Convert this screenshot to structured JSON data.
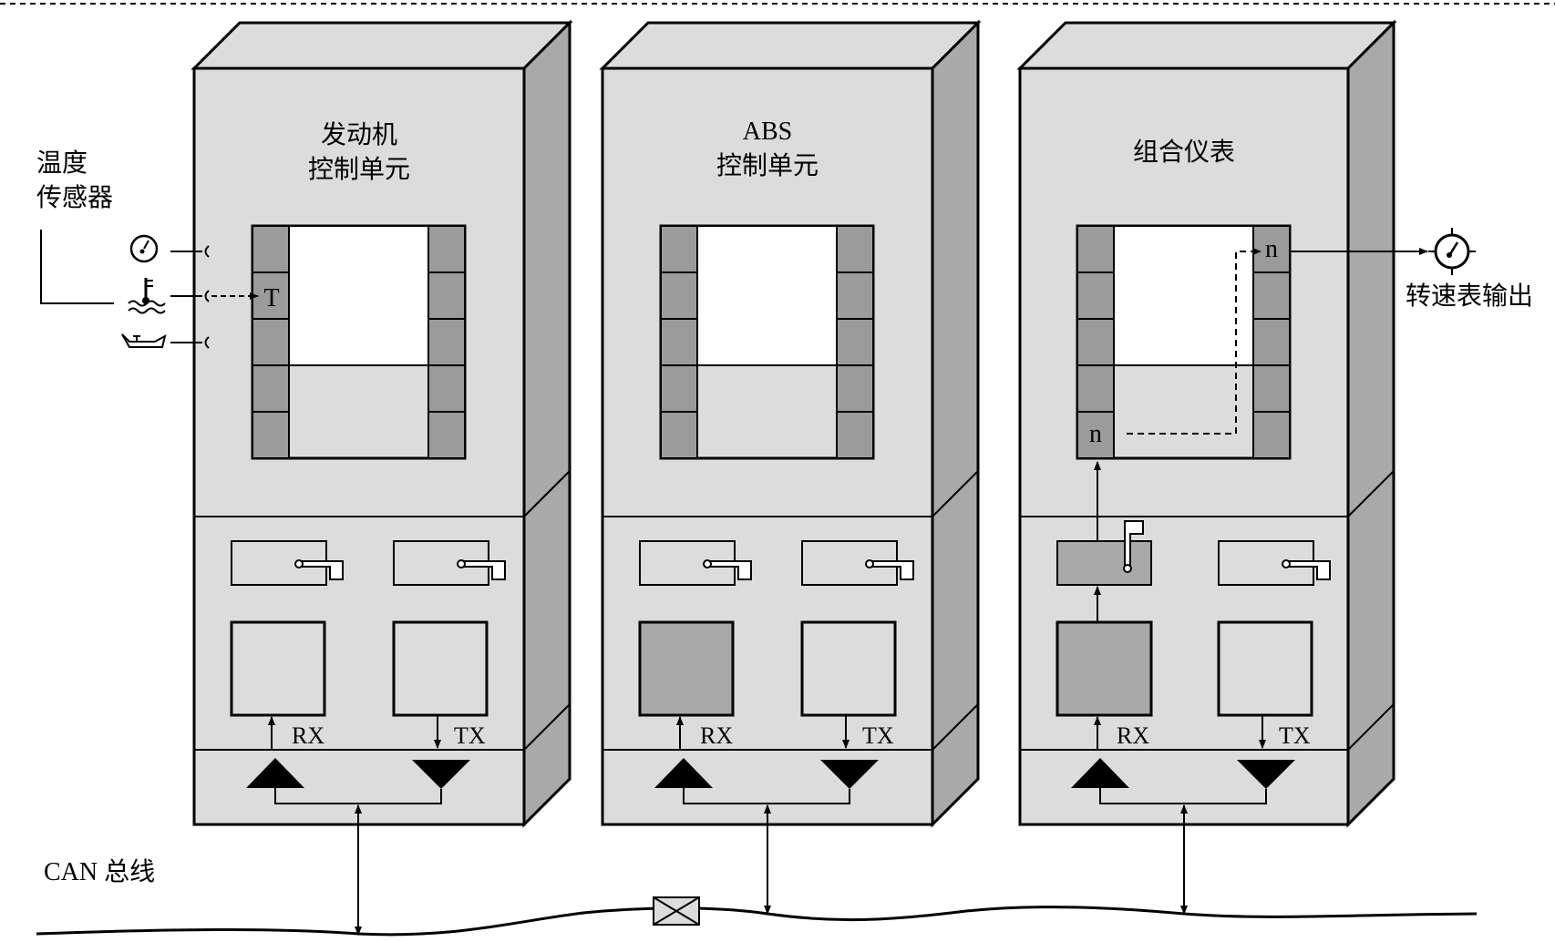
{
  "temp_sensor_label": [
    "温度",
    "传感器"
  ],
  "units": [
    {
      "title": [
        "发动机",
        "控制单元"
      ],
      "input_pin": "T",
      "rx_label": "RX",
      "tx_label": "TX",
      "processor_state": "idle"
    },
    {
      "title": [
        "ABS",
        "控制单元"
      ],
      "rx_label": "RX",
      "tx_label": "TX",
      "processor_state": "active"
    },
    {
      "title": [
        "组合仪表"
      ],
      "output_pin": "n",
      "data_pin": "n",
      "rx_label": "RX",
      "tx_label": "TX",
      "processor_state": "active"
    }
  ],
  "tachometer_label": "转速表输出",
  "bus_label": "CAN 总线",
  "icons": [
    "gauge-icon",
    "coolant-temperature-icon",
    "oil-can-icon",
    "tachometer-icon",
    "message-envelope-icon"
  ],
  "colors": {
    "face": "#dcdcdc",
    "side": "#a9a9a9",
    "pin": "#9b9b9b",
    "active": "#a9a9a9",
    "line": "#000000"
  }
}
